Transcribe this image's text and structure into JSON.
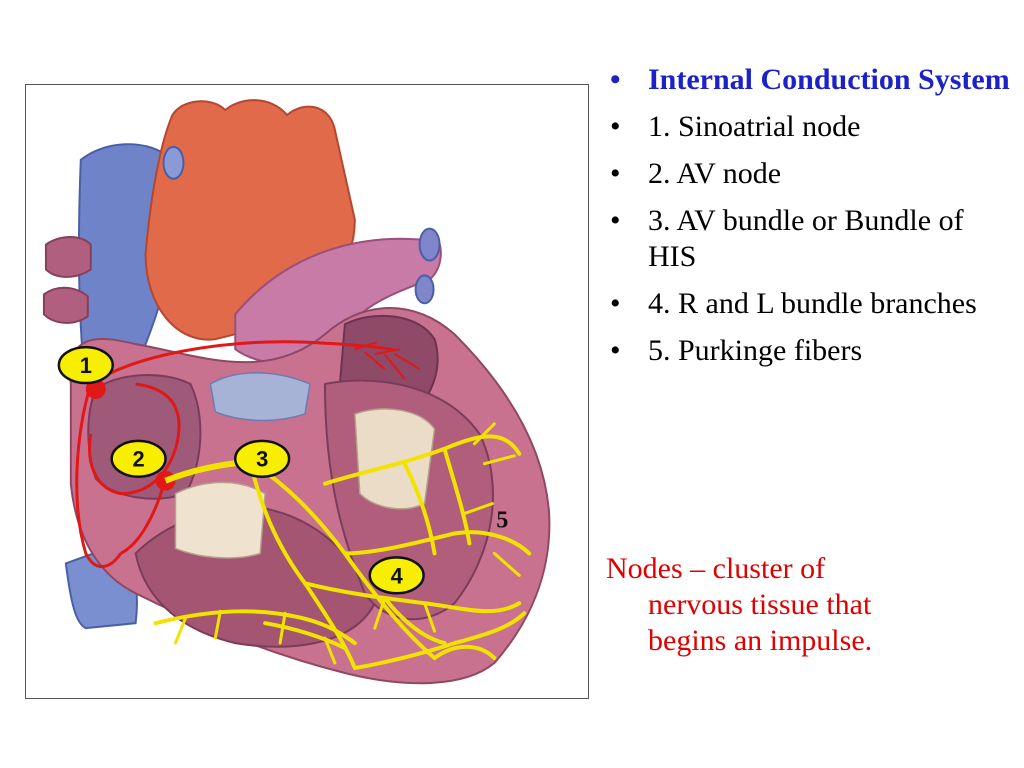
{
  "diagram": {
    "markers": [
      {
        "id": "1",
        "label": "1"
      },
      {
        "id": "2",
        "label": "2"
      },
      {
        "id": "3",
        "label": "3"
      },
      {
        "id": "4",
        "label": "4"
      },
      {
        "id": "5",
        "label": "5"
      }
    ],
    "colors": {
      "conduction_path": "#e01818",
      "purkinje_fibers": "#f2e200",
      "marker_fill": "#f7ee00",
      "heart_muscle": "#c9728f",
      "aorta": "#e06a4a",
      "vena_cava": "#6f83c9"
    }
  },
  "bullets": [
    {
      "marker": "•",
      "text": "Internal Conduction System"
    },
    {
      "marker": "•",
      "text": "1.  Sinoatrial node"
    },
    {
      "marker": "•",
      "text": "2.  AV node"
    },
    {
      "marker": "•",
      "text": "3.  AV bundle or Bundle of HIS"
    },
    {
      "marker": "•",
      "text": "4.  R and L bundle branches"
    },
    {
      "marker": "•",
      "text": "5.  Purkinge fibers"
    }
  ],
  "note": {
    "line1": "Nodes – cluster of",
    "line2": "nervous tissue that",
    "line3": "begins an impulse."
  }
}
